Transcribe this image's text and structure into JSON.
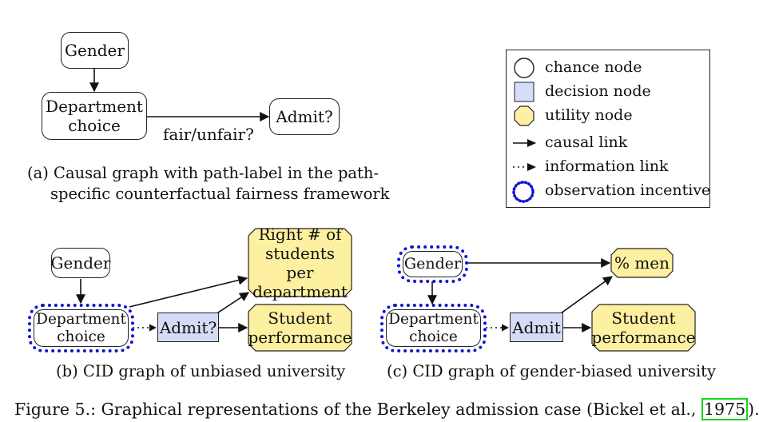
{
  "panel_a": {
    "gender": "Gender",
    "department": "Department choice",
    "admit": "Admit?",
    "edge_label": "fair/unfair?",
    "caption_line1": "(a) Causal graph with path-label in the path-",
    "caption_line2": "specific counterfactual fairness framework"
  },
  "legend": {
    "chance": "chance node",
    "decision": "decision node",
    "utility": "utility node",
    "causal": "causal link",
    "information": "information link",
    "observation": "observation incentive"
  },
  "panel_b": {
    "gender": "Gender",
    "department": "Department choice",
    "admit": "Admit?",
    "utility_top": "Right # of students per department",
    "utility_bottom": "Student performance",
    "caption": "(b) CID graph of unbiased university"
  },
  "panel_c": {
    "gender": "Gender",
    "department": "Department choice",
    "admit": "Admit",
    "utility_top": "% men",
    "utility_bottom": "Student performance",
    "caption": "(c) CID graph of gender-biased university"
  },
  "figure_caption": {
    "prefix": "Figure 5.: Graphical representations of the Berkeley admission case (Bickel et al., ",
    "year": "1975",
    "suffix": ")."
  },
  "colors": {
    "decision_fill": "#d4dcf7",
    "utility_fill": "#fdf0a0",
    "observation_outline": "#1010d8",
    "citation_box": "#19d219"
  }
}
